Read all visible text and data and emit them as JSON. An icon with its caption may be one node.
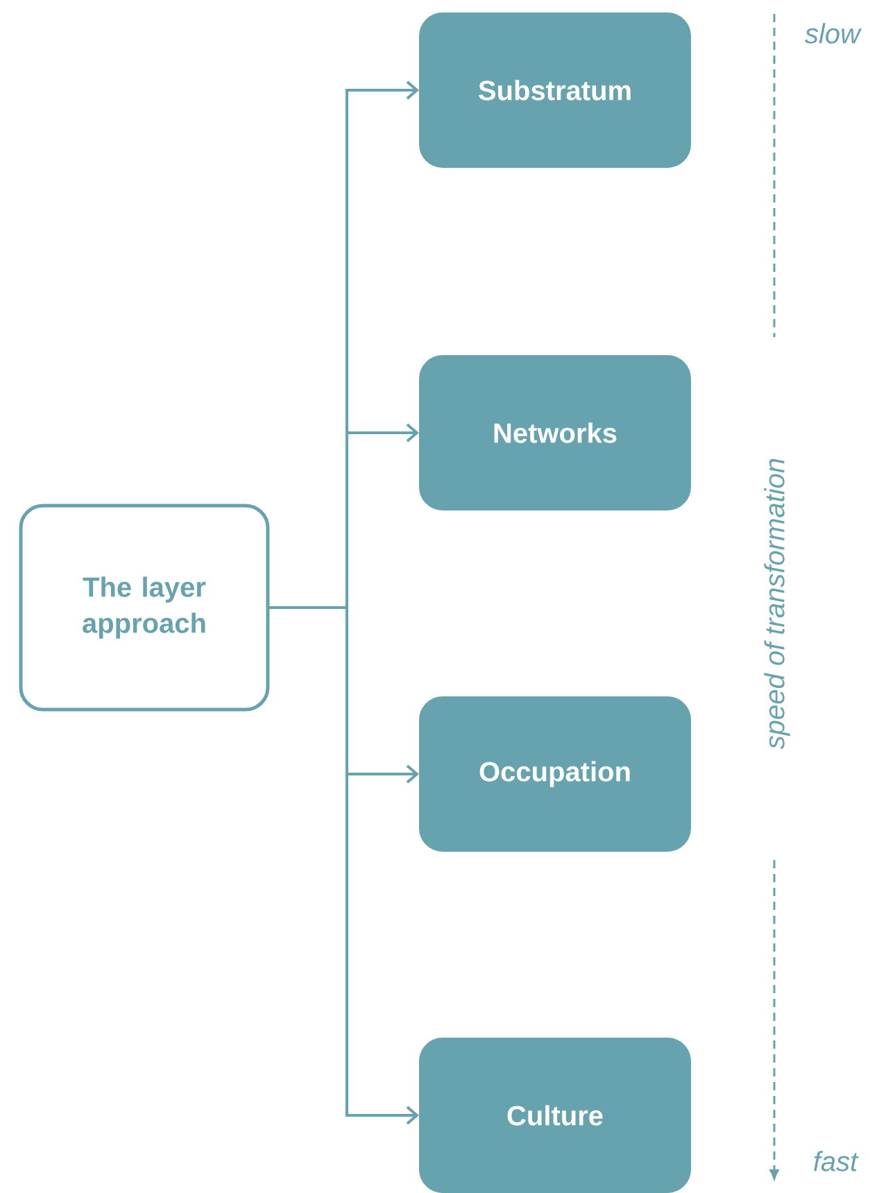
{
  "diagram": {
    "nodes": [
      {
        "text": [
          "The layer approach"
        ]
      },
      {
        "text": [
          "Substratum"
        ]
      },
      {
        "text": [
          "Networks"
        ]
      },
      {
        "text": [
          "Occupation"
        ]
      },
      {
        "text": [
          "Culture"
        ]
      }
    ],
    "edges": [
      {
        "from": 0,
        "to": 1,
        "arrow": "to"
      },
      {
        "from": 0,
        "to": 2,
        "arrow": "to"
      },
      {
        "from": 0,
        "to": 3,
        "arrow": "to"
      },
      {
        "from": 0,
        "to": 4,
        "arrow": "to"
      }
    ],
    "labels": [
      "slow",
      "speed of transformation",
      "fast"
    ]
  }
}
